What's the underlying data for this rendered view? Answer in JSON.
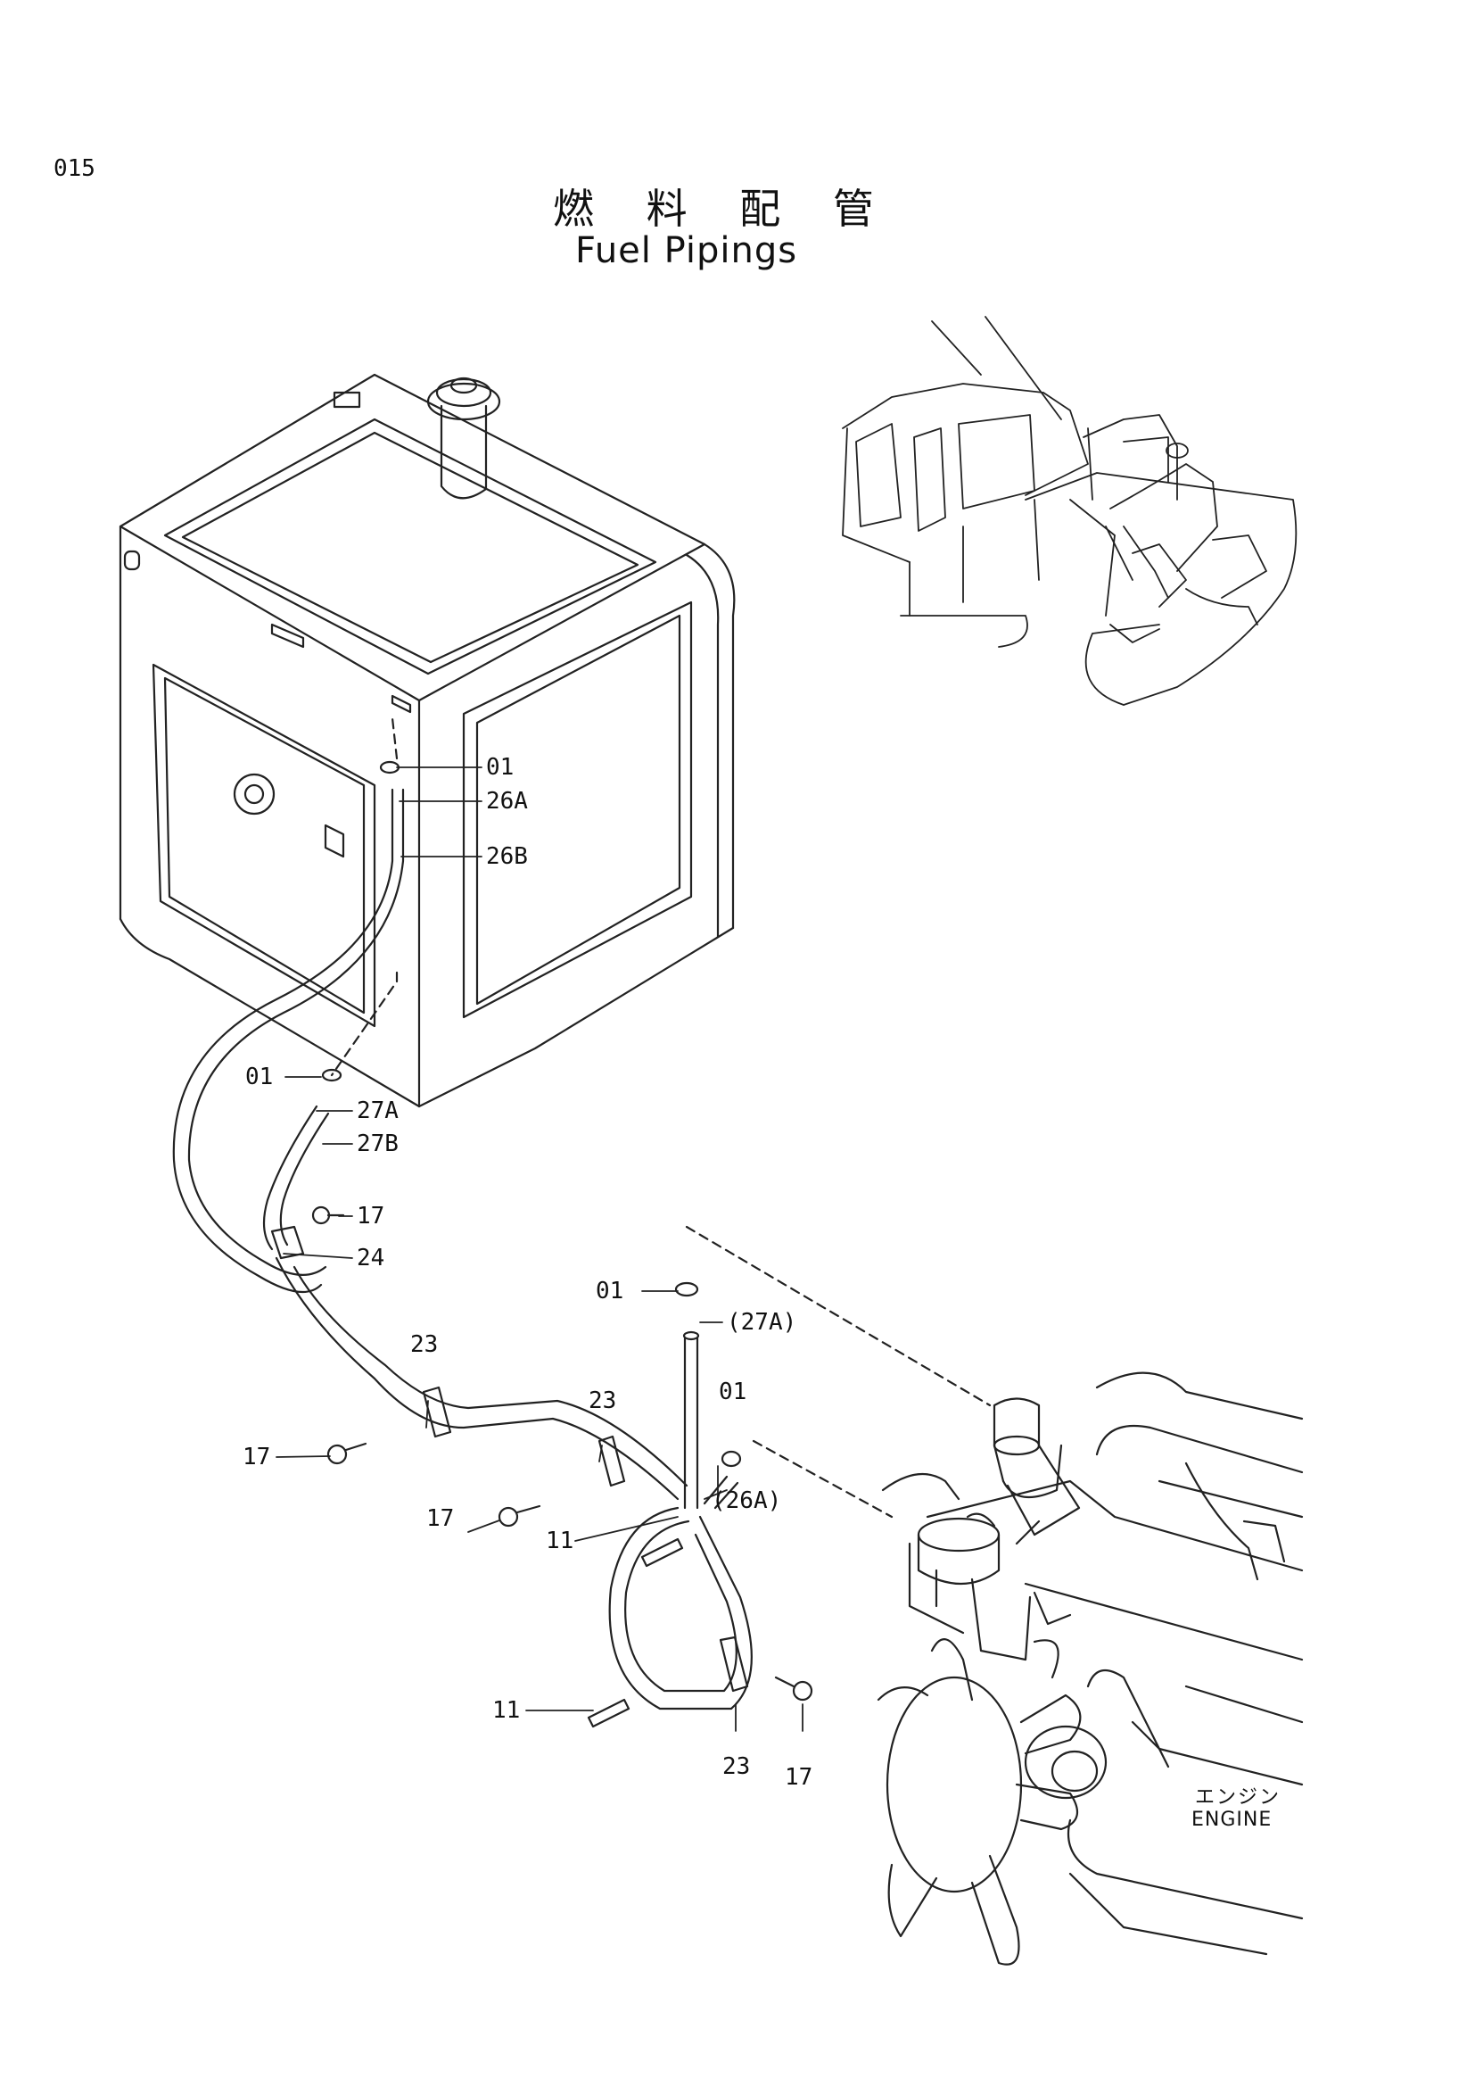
{
  "page_number": "015",
  "title_jp": "燃 料 配 管",
  "title_en": "Fuel Pipings",
  "engine_label_jp": "エンジン",
  "engine_label_en": "ENGINE",
  "callouts": {
    "c01_top": "01",
    "c26a": "26A",
    "c26b": "26B",
    "c01_mid": "01",
    "c27a": "27A",
    "c27b": "27B",
    "c17_a": "17",
    "c24": "24",
    "c01_engine": "01",
    "c27a_paren": "(27A)",
    "c23_a": "23",
    "c23_b": "23",
    "c01_right": "01",
    "c17_b": "17",
    "c26a_paren": "(26A)",
    "c17_c": "17",
    "c11_a": "11",
    "c11_b": "11",
    "c23_c": "23",
    "c17_d": "17"
  }
}
